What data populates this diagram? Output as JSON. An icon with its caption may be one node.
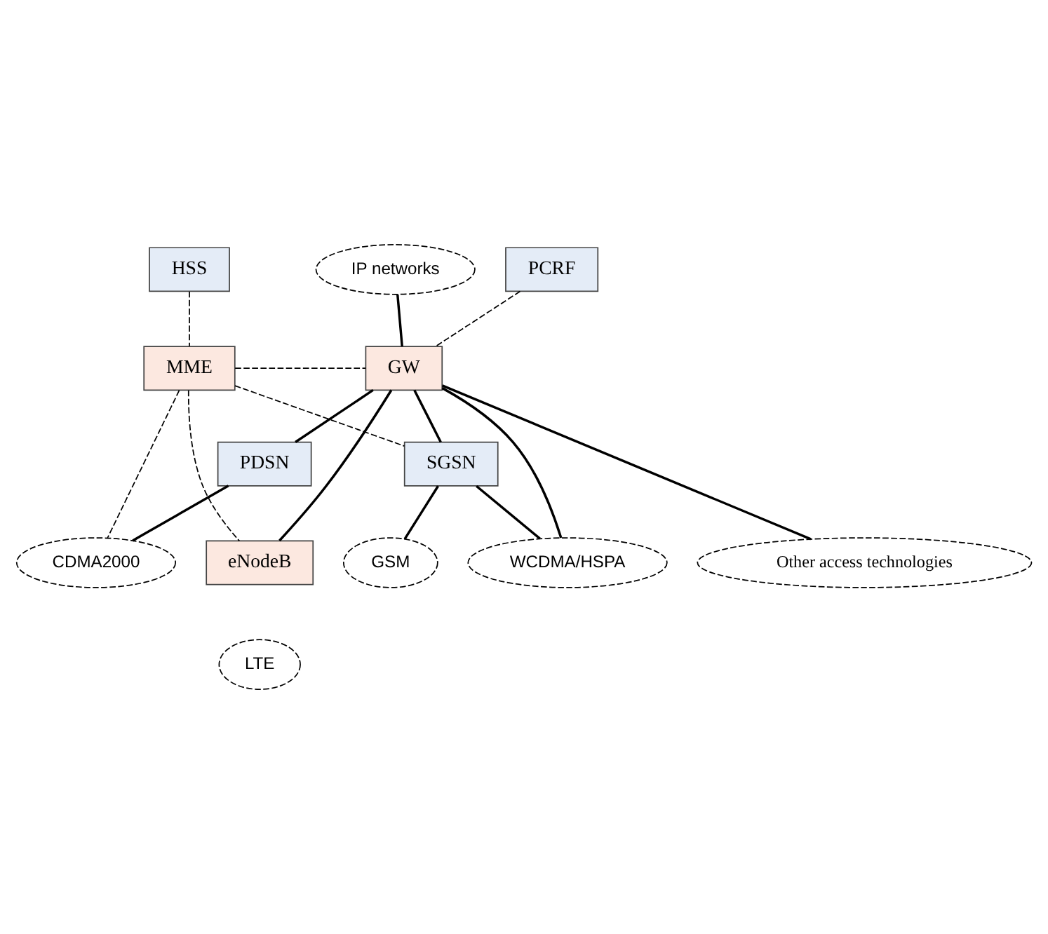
{
  "diagram": {
    "nodes": [
      {
        "text": [
          "IP networks"
        ]
      },
      {
        "text": [
          "HSS"
        ]
      },
      {
        "text": [
          "PCRF"
        ]
      },
      {
        "text": [
          "MME"
        ]
      },
      {
        "text": [
          "GW"
        ]
      },
      {
        "text": [
          "SGSN"
        ]
      },
      {
        "text": [
          "PDSN"
        ]
      },
      {
        "text": [
          "GSM"
        ]
      },
      {
        "text": [
          "WCDMA/HSPA"
        ]
      },
      {
        "text": [
          "CDMA2000"
        ]
      },
      {
        "text": [
          "eNodeB"
        ]
      },
      {
        "text": [
          "LTE"
        ]
      },
      {
        "text": [
          "Other access technologies"
        ]
      }
    ],
    "edges": [
      {
        "from": 0,
        "to": 4,
        "arrow": "none"
      },
      {
        "from": 1,
        "to": 3,
        "arrow": "none",
        "style": "dashed"
      },
      {
        "from": 2,
        "to": 4,
        "arrow": "none",
        "style": "dashed"
      },
      {
        "from": 4,
        "to": 5,
        "arrow": "none"
      },
      {
        "from": 3,
        "to": 5,
        "arrow": "none",
        "style": "dashed"
      },
      {
        "from": 3,
        "to": 4,
        "arrow": "none",
        "style": "dashed"
      },
      {
        "from": 4,
        "to": 12,
        "arrow": "none"
      },
      {
        "from": 4,
        "to": 8,
        "arrow": "none"
      },
      {
        "from": 4,
        "to": 6,
        "arrow": "none"
      },
      {
        "from": 4,
        "to": 10,
        "arrow": "none"
      },
      {
        "from": 3,
        "to": 9,
        "arrow": "none",
        "style": "dashed"
      },
      {
        "from": 3,
        "to": 10,
        "arrow": "none",
        "style": "dashed"
      },
      {
        "from": 5,
        "to": 7,
        "arrow": "none"
      },
      {
        "from": 5,
        "to": 8,
        "arrow": "none"
      },
      {
        "from": 6,
        "to": 9,
        "arrow": "none"
      }
    ]
  }
}
